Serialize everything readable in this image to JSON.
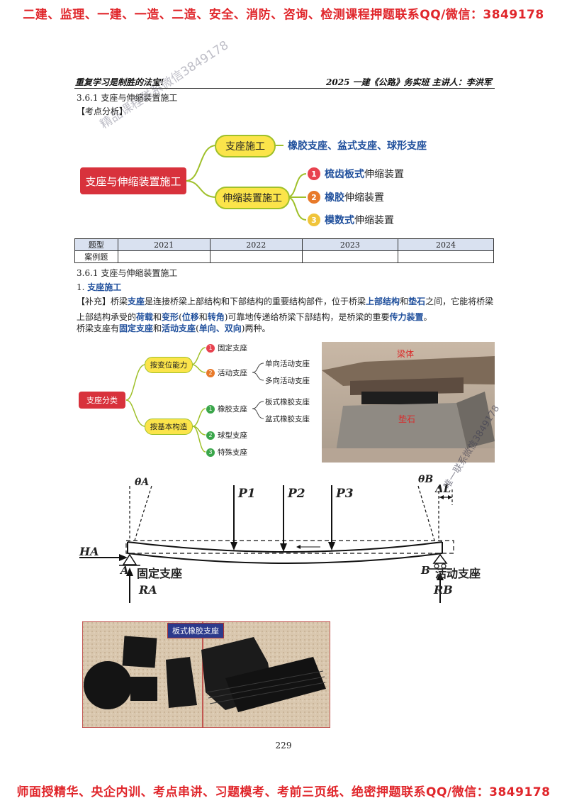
{
  "banner_top": "二建、监理、一建、一造、二造、安全、消防、咨询、检测课程押题联系QQ/微信：3849178",
  "banner_bottom": "师面授精华、央企内训、考点串讲、习题模考、考前三页纸、绝密押题联系QQ/微信：3849178",
  "header": {
    "left": "重复学习是制胜的法宝!",
    "right": "2025 一建《公路》务实班 主讲人：李洪军"
  },
  "watermarks": {
    "top": "精品课程联系微信3849178",
    "photo": "唯一联系微信3849178"
  },
  "section1": {
    "title": "3.6.1 支座与伸缩装置施工",
    "analysis_label": "【考点分析】"
  },
  "mindmap": {
    "root": "支座与伸缩装置施工",
    "branch1": "支座施工",
    "branch1_leaf": "橡胶支座、盆式支座、球形支座",
    "branch2": "伸缩装置施工",
    "items": [
      {
        "num": "1",
        "bold": "梳齿板式",
        "rest": "伸缩装置",
        "color": "#e8424f"
      },
      {
        "num": "2",
        "bold": "橡胶",
        "rest": "伸缩装置",
        "color": "#e87a2a"
      },
      {
        "num": "3",
        "bold": "模数式",
        "rest": "伸缩装置",
        "color": "#f0c43a"
      }
    ]
  },
  "exam_table": {
    "headers": [
      "题型",
      "2021",
      "2022",
      "2023",
      "2024"
    ],
    "rows": [
      [
        "案例题",
        "",
        "",
        "",
        ""
      ]
    ]
  },
  "section2": {
    "title": "3.6.1 支座与伸缩装置施工",
    "subtitle_num": "1.",
    "subtitle": "支座施工",
    "para_segments": [
      {
        "t": "【补充】桥梁",
        "s": "n"
      },
      {
        "t": "支座",
        "s": "b"
      },
      {
        "t": "是连接桥梁上部结构和下部结构的重要结构部件，位于桥梁",
        "s": "n"
      },
      {
        "t": "上部结构",
        "s": "b"
      },
      {
        "t": "和",
        "s": "n"
      },
      {
        "t": "垫石",
        "s": "b"
      },
      {
        "t": "之间，它能将桥梁上部结构承受的",
        "s": "n"
      },
      {
        "t": "荷载",
        "s": "b"
      },
      {
        "t": "和",
        "s": "n"
      },
      {
        "t": "变形",
        "s": "b"
      },
      {
        "t": "(",
        "s": "n"
      },
      {
        "t": "位移",
        "s": "b"
      },
      {
        "t": "和",
        "s": "n"
      },
      {
        "t": "转角",
        "s": "b"
      },
      {
        "t": ")可靠地传递给桥梁下部结构，是桥梁的重要",
        "s": "n"
      },
      {
        "t": "传力装置",
        "s": "b"
      },
      {
        "t": "。",
        "s": "n"
      }
    ],
    "para2_segments": [
      {
        "t": "桥梁支座有",
        "s": "n"
      },
      {
        "t": "固定支座",
        "s": "b"
      },
      {
        "t": "和",
        "s": "n"
      },
      {
        "t": "活动支座",
        "s": "b"
      },
      {
        "t": "(",
        "s": "n"
      },
      {
        "t": "单向、双向",
        "s": "b"
      },
      {
        "t": ")两种。",
        "s": "n"
      }
    ]
  },
  "classification": {
    "root": "支座分类",
    "group1": "按变位能力",
    "g1_items": [
      {
        "num": "1",
        "label": "固定支座"
      },
      {
        "num": "2",
        "label": "活动支座"
      }
    ],
    "g1_sub": [
      "单向活动支座",
      "多向活动支座"
    ],
    "group2": "按基本构造",
    "g2_items": [
      {
        "num": "1",
        "label": "橡胶支座"
      },
      {
        "num": "2",
        "label": "球型支座"
      },
      {
        "num": "3",
        "label": "特殊支座"
      }
    ],
    "g2_sub": [
      "板式橡胶支座",
      "盆式橡胶支座"
    ]
  },
  "photo1_labels": {
    "top": "梁体",
    "bottom": "垫石"
  },
  "beam": {
    "theta_a": "θA",
    "theta_b": "θB",
    "delta_l": "ΔL",
    "loads": [
      "P1",
      "P2",
      "P3"
    ],
    "h_a": "HA",
    "r_a": "RA",
    "r_b": "RB",
    "point_a": "A",
    "point_b": "B",
    "fixed_label": "固定支座",
    "movable_label": "活动支座"
  },
  "photo2_label": "板式橡胶支座",
  "page_number": "229"
}
